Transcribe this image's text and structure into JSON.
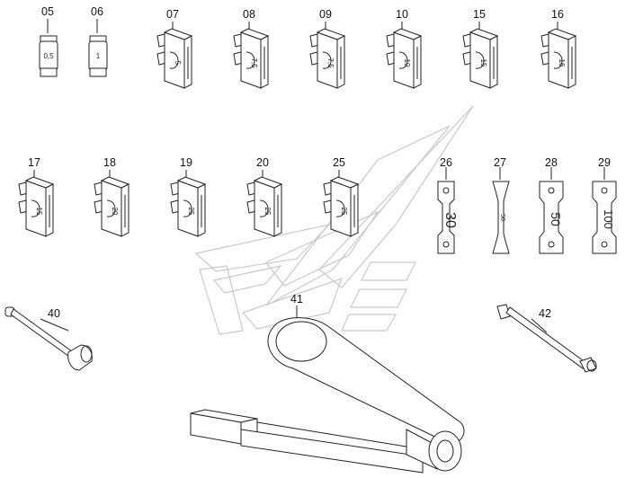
{
  "diagram": {
    "parts": [
      {
        "id": "05",
        "kind": "glass-fuse",
        "rating": "0,5"
      },
      {
        "id": "06",
        "kind": "glass-fuse",
        "rating": "1"
      },
      {
        "id": "07",
        "kind": "blade-fuse",
        "rating": "5"
      },
      {
        "id": "08",
        "kind": "blade-fuse",
        "rating": "7,5"
      },
      {
        "id": "09",
        "kind": "blade-fuse",
        "rating": "7,5"
      },
      {
        "id": "10",
        "kind": "blade-fuse",
        "rating": "10"
      },
      {
        "id": "15",
        "kind": "blade-fuse",
        "rating": "15"
      },
      {
        "id": "16",
        "kind": "blade-fuse",
        "rating": "16"
      },
      {
        "id": "17",
        "kind": "blade-fuse",
        "rating": "15"
      },
      {
        "id": "18",
        "kind": "blade-fuse",
        "rating": "20"
      },
      {
        "id": "19",
        "kind": "blade-fuse",
        "rating": "25"
      },
      {
        "id": "20",
        "kind": "blade-fuse",
        "rating": "25"
      },
      {
        "id": "25",
        "kind": "blade-fuse",
        "rating": "25"
      },
      {
        "id": "26",
        "kind": "strip-fuse",
        "rating": "30"
      },
      {
        "id": "27",
        "kind": "strip-fuse",
        "rating": "50"
      },
      {
        "id": "28",
        "kind": "strip-fuse",
        "rating": "50"
      },
      {
        "id": "29",
        "kind": "strip-fuse",
        "rating": "100"
      },
      {
        "id": "40",
        "kind": "fuse-tool",
        "rating": ""
      },
      {
        "id": "41",
        "kind": "fuse-puller",
        "rating": ""
      },
      {
        "id": "42",
        "kind": "fuse-tool",
        "rating": ""
      }
    ]
  },
  "colors": {
    "line": "#222222",
    "watermark": "#c9c9c9",
    "background": "#ffffff"
  }
}
